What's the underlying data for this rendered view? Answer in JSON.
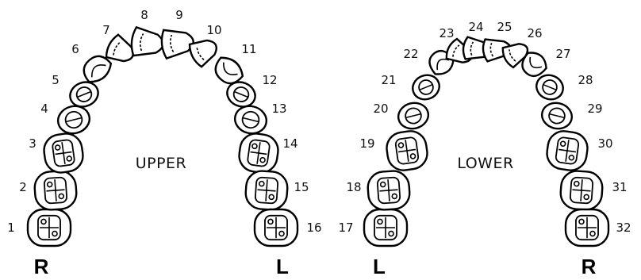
{
  "arches": {
    "upper": {
      "label": "UPPER",
      "left_side_label": "R",
      "right_side_label": "L",
      "teeth": [
        {
          "number": "1",
          "type": "molar"
        },
        {
          "number": "2",
          "type": "molar"
        },
        {
          "number": "3",
          "type": "molar"
        },
        {
          "number": "4",
          "type": "premolar"
        },
        {
          "number": "5",
          "type": "premolar"
        },
        {
          "number": "6",
          "type": "canine"
        },
        {
          "number": "7",
          "type": "incisor"
        },
        {
          "number": "8",
          "type": "incisor"
        },
        {
          "number": "9",
          "type": "incisor"
        },
        {
          "number": "10",
          "type": "incisor"
        },
        {
          "number": "11",
          "type": "canine"
        },
        {
          "number": "12",
          "type": "premolar"
        },
        {
          "number": "13",
          "type": "premolar"
        },
        {
          "number": "14",
          "type": "molar"
        },
        {
          "number": "15",
          "type": "molar"
        },
        {
          "number": "16",
          "type": "molar"
        }
      ]
    },
    "lower": {
      "label": "LOWER",
      "left_side_label": "L",
      "right_side_label": "R",
      "teeth": [
        {
          "number": "17",
          "type": "molar"
        },
        {
          "number": "18",
          "type": "molar"
        },
        {
          "number": "19",
          "type": "molar"
        },
        {
          "number": "20",
          "type": "premolar"
        },
        {
          "number": "21",
          "type": "premolar"
        },
        {
          "number": "22",
          "type": "canine"
        },
        {
          "number": "23",
          "type": "incisor"
        },
        {
          "number": "24",
          "type": "incisor"
        },
        {
          "number": "25",
          "type": "incisor"
        },
        {
          "number": "26",
          "type": "incisor"
        },
        {
          "number": "27",
          "type": "canine"
        },
        {
          "number": "28",
          "type": "premolar"
        },
        {
          "number": "29",
          "type": "premolar"
        },
        {
          "number": "30",
          "type": "molar"
        },
        {
          "number": "31",
          "type": "molar"
        },
        {
          "number": "32",
          "type": "molar"
        }
      ]
    }
  }
}
